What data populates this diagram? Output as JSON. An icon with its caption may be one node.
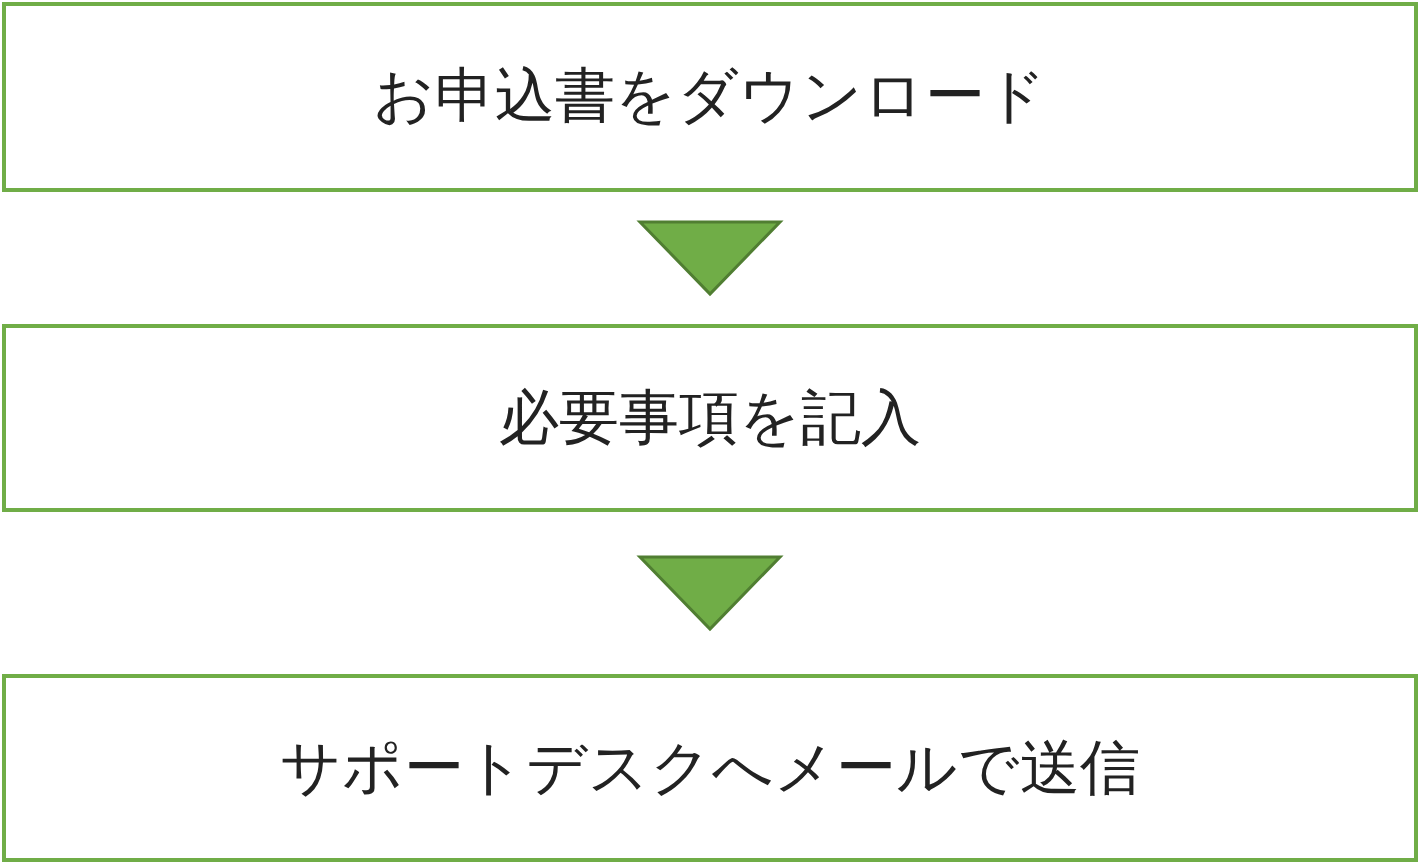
{
  "diagram": {
    "nodes": [
      {
        "text": [
          "お申込書をダウンロード"
        ]
      },
      {
        "text": [
          "必要事項を記入"
        ]
      },
      {
        "text": [
          "サポートデスクへメールで送信"
        ]
      }
    ],
    "edges": [
      {
        "from": 0,
        "to": 1,
        "arrow": "to"
      },
      {
        "from": 1,
        "to": 2,
        "arrow": "to"
      }
    ]
  }
}
